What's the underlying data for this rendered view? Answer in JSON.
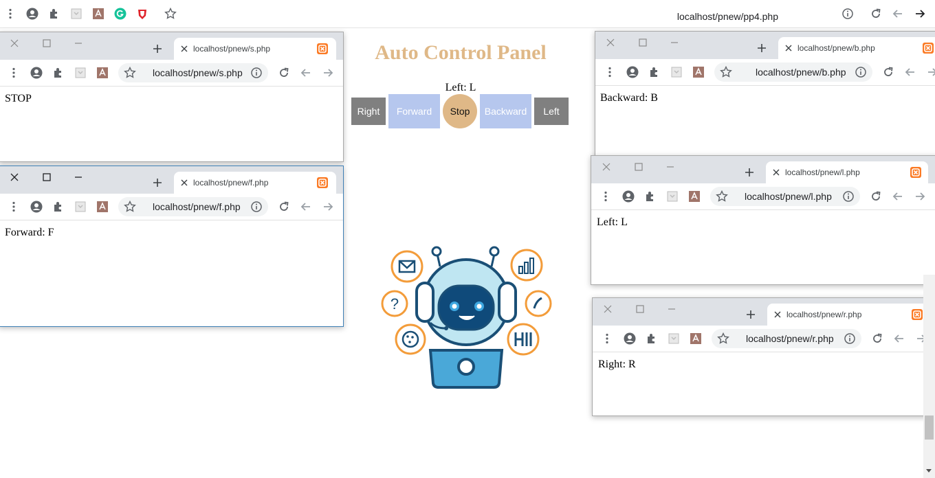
{
  "main_browser": {
    "url": "localhost/pnew/pp4.php"
  },
  "page": {
    "title": "Auto Control Panel",
    "status": "Left: L",
    "buttons": {
      "right": "Right",
      "forward": "Forward",
      "stop": "Stop",
      "backward": "Backward",
      "left": "Left"
    }
  },
  "windows": {
    "s": {
      "tab_label": "localhost/pnew/s.php",
      "url": "localhost/pnew/s.php",
      "content": "STOP"
    },
    "f": {
      "tab_label": "localhost/pnew/f.php",
      "url": "localhost/pnew/f.php",
      "content": "Forward: F"
    },
    "b": {
      "tab_label": "localhost/pnew/b.php",
      "url": "localhost/pnew/b.php",
      "content": "Backward: B"
    },
    "l": {
      "tab_label": "localhost/pnew/l.php",
      "url": "localhost/pnew/l.php",
      "content": "Left: L"
    },
    "r": {
      "tab_label": "localhost/pnew/r.php",
      "url": "localhost/pnew/r.php",
      "content": "Right: R"
    }
  },
  "colors": {
    "title": "#dfb887",
    "stop_button": "#dfb887",
    "direction_button": "#b6c7ee",
    "side_button": "#808080",
    "xampp_icon": "#fb7a24",
    "robot_outline": "#1a4f76",
    "robot_accent": "#f39c3a"
  },
  "icons": [
    "menu-icon",
    "profile-icon",
    "extensions-icon",
    "pocket-icon",
    "pdf-icon",
    "grammarly-icon",
    "brave-icon",
    "bookmark-star-icon",
    "info-icon",
    "reload-icon",
    "back-icon",
    "forward-icon",
    "close-icon",
    "maximize-icon",
    "minimize-icon",
    "new-tab-icon",
    "xampp-icon"
  ]
}
